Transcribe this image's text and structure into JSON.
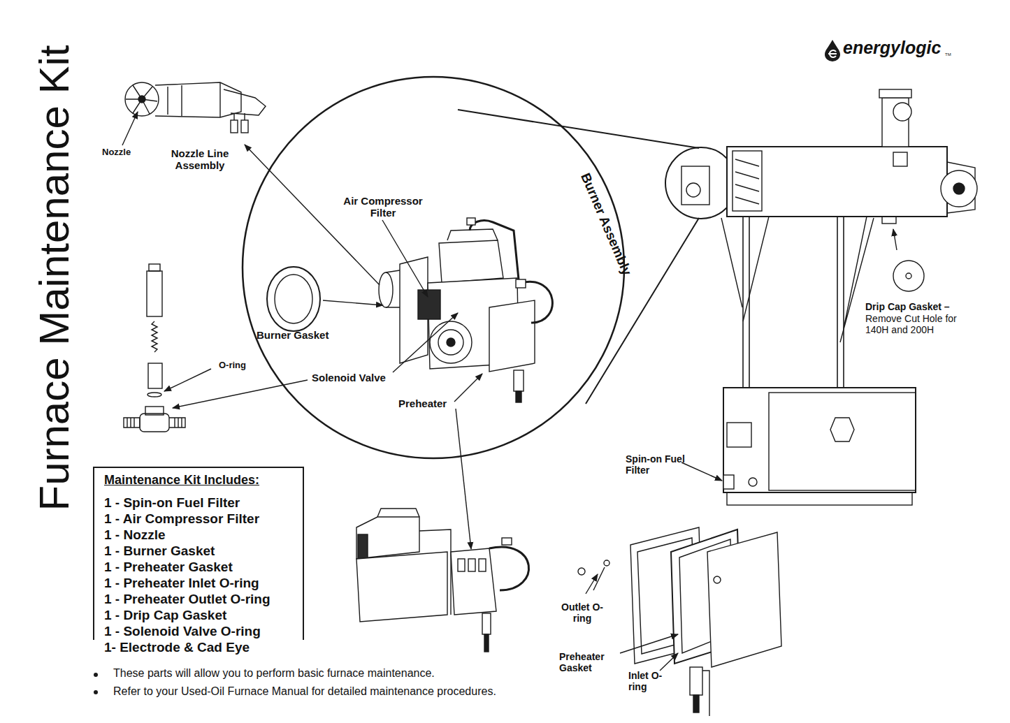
{
  "diagram": {
    "title": "Furnace Maintenance Kit",
    "nodes": [
      {
        "text": [
          "Burner Assembly"
        ]
      },
      {
        "text": [
          "Maintenance Kit Includes:",
          "1 - Spin-on Fuel Filter",
          "1 - Air Compressor Filter",
          "1 - Nozzle",
          "1 - Burner Gasket",
          "1 - Preheater Gasket",
          "1 - Preheater Inlet O-ring",
          "1 - Preheater Outlet O-ring",
          "1 - Drip Cap Gasket",
          "1 - Solenoid Valve O-ring",
          "1- Electrode & Cad Eye"
        ]
      }
    ],
    "labels": [
      "energylogic",
      "TM",
      "Nozzle",
      "Nozzle Line Assembly",
      "Air Compressor Filter",
      "Burner Gasket",
      "O-ring",
      "Solenoid Valve",
      "Preheater",
      "Drip Cap Gasket –",
      "Remove Cut Hole for 140H and 200H",
      "Spin-on Fuel Filter",
      "Outlet O-ring",
      "Preheater Gasket",
      "Inlet O-ring",
      "These parts will allow you to perform basic furnace maintenance.",
      "Refer to your Used-Oil Furnace Manual for detailed maintenance procedures."
    ]
  }
}
